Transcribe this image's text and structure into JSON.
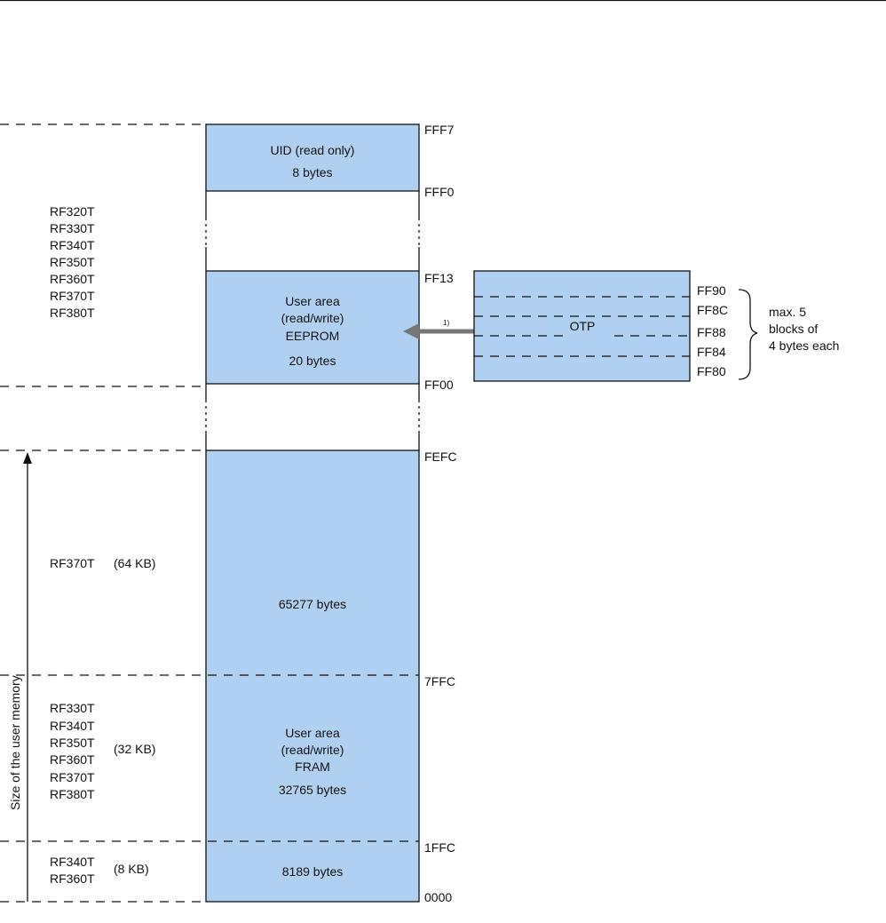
{
  "uid_block": {
    "line1": "UID (read only)",
    "line2": "8 bytes",
    "addr_top": "FFF7",
    "addr_bottom": "FFF0"
  },
  "eeprom_block": {
    "line1": "User area",
    "line2": "(read/write)",
    "line3": "EEPROM",
    "line4": "20 bytes",
    "addr_top": "FF13",
    "addr_bottom": "FF00"
  },
  "eeprom_models": [
    "RF320T",
    "RF330T",
    "RF340T",
    "RF350T",
    "RF360T",
    "RF370T",
    "RF380T"
  ],
  "otp_block": {
    "label": "OTP",
    "addresses": [
      "FF90",
      "FF8C",
      "FF88",
      "FF84",
      "FF80"
    ],
    "brace_note": [
      "max. 5",
      "blocks of",
      "4 bytes each"
    ]
  },
  "arrow_footnote": "1)",
  "fram_block": {
    "addr_top": "FEFC",
    "bytes_64": "65277 bytes",
    "addr_32": "7FFC",
    "line1": "User area",
    "line2": "(read/write)",
    "line3": "FRAM",
    "bytes_32": "32765 bytes",
    "addr_8": "1FFC",
    "bytes_8": "8189 bytes",
    "addr_bottom": "0000"
  },
  "memory_groups": {
    "kb64": {
      "models": [
        "RF370T"
      ],
      "size": "(64 KB)"
    },
    "kb32": {
      "models": [
        "RF330T",
        "RF340T",
        "RF350T",
        "RF360T",
        "RF370T",
        "RF380T"
      ],
      "size": "(32 KB)"
    },
    "kb8": {
      "models": [
        "RF340T",
        "RF360T"
      ],
      "size": "(8 KB)"
    }
  },
  "axis_label": "Size of the user memory",
  "colors": {
    "block_fill": "#afd0f0",
    "arrow": "#777777",
    "line": "#111111"
  }
}
